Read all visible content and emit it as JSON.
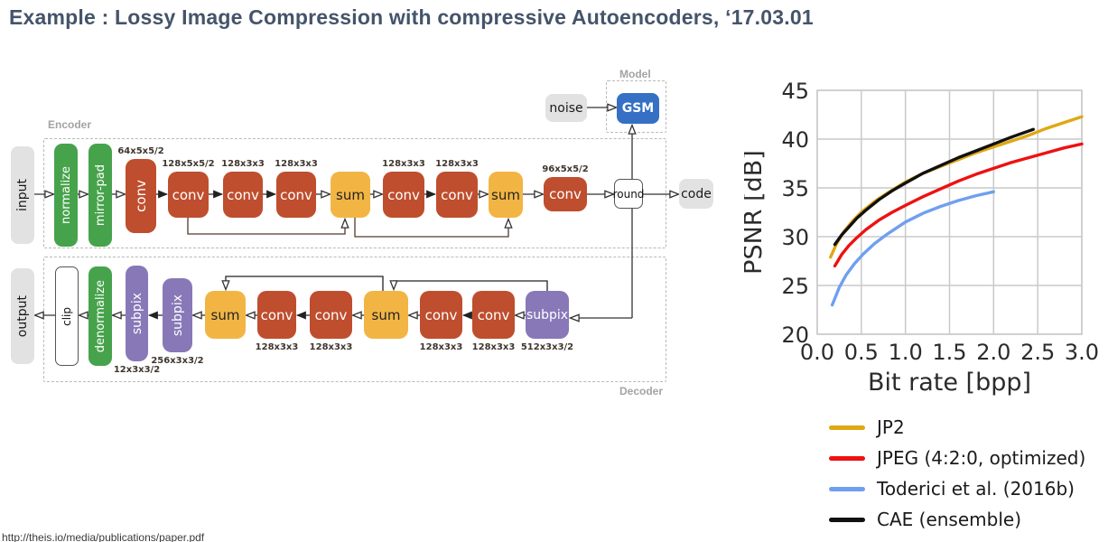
{
  "title": "Example : Lossy Image Compression with compressive Autoencoders, ‘17.03.01",
  "footer_url": "http://theis.io/media/publications/paper.pdf",
  "diagram": {
    "section_labels": {
      "encoder": "Encoder",
      "decoder": "Decoder",
      "model": "Model"
    },
    "colors": {
      "conv": "#bf4e2e",
      "preprocess": "#47a34b",
      "sum": "#f2b544",
      "subpix": "#8878b8",
      "model": "#3570c5",
      "io": "#e2e2e2"
    },
    "nodes": [
      {
        "id": "input",
        "label": "input",
        "type": "io",
        "dir": "v"
      },
      {
        "id": "normalize",
        "label": "normalize",
        "type": "pre",
        "dir": "v"
      },
      {
        "id": "mirrorpad",
        "label": "mirror-pad",
        "type": "pre",
        "dir": "v"
      },
      {
        "id": "conv1",
        "label": "conv",
        "spec": "64x5x5/2",
        "specPos": "above",
        "type": "conv",
        "dir": "v"
      },
      {
        "id": "conv2",
        "label": "conv",
        "spec": "128x5x5/2",
        "specPos": "above",
        "type": "conv"
      },
      {
        "id": "conv3",
        "label": "conv",
        "spec": "128x3x3",
        "specPos": "above",
        "type": "conv"
      },
      {
        "id": "conv4",
        "label": "conv",
        "spec": "128x3x3",
        "specPos": "above",
        "type": "conv"
      },
      {
        "id": "sum1",
        "label": "sum",
        "type": "sum"
      },
      {
        "id": "conv5",
        "label": "conv",
        "spec": "128x3x3",
        "specPos": "above",
        "type": "conv"
      },
      {
        "id": "conv6",
        "label": "conv",
        "spec": "128x3x3",
        "specPos": "above",
        "type": "conv"
      },
      {
        "id": "sum2",
        "label": "sum",
        "type": "sum"
      },
      {
        "id": "conv7",
        "label": "conv",
        "spec": "96x5x5/2",
        "specPos": "above",
        "type": "conv"
      },
      {
        "id": "round",
        "label": "round",
        "type": "op"
      },
      {
        "id": "code",
        "label": "code",
        "type": "io"
      },
      {
        "id": "noise",
        "label": "noise",
        "type": "io"
      },
      {
        "id": "gsm",
        "label": "GSM",
        "type": "model"
      },
      {
        "id": "output",
        "label": "output",
        "type": "io",
        "dir": "v"
      },
      {
        "id": "clip",
        "label": "clip",
        "type": "op",
        "dir": "v"
      },
      {
        "id": "denormalize",
        "label": "denormalize",
        "type": "pre",
        "dir": "v"
      },
      {
        "id": "subpix1",
        "label": "subpix",
        "spec": "12x3x3/2",
        "specPos": "below",
        "type": "subpix",
        "dir": "v"
      },
      {
        "id": "subpix2",
        "label": "subpix",
        "spec": "256x3x3/2",
        "specPos": "below",
        "type": "subpix",
        "dir": "v"
      },
      {
        "id": "sum3",
        "label": "sum",
        "type": "sum"
      },
      {
        "id": "conv8",
        "label": "conv",
        "spec": "128x3x3",
        "specPos": "below",
        "type": "conv"
      },
      {
        "id": "conv9",
        "label": "conv",
        "spec": "128x3x3",
        "specPos": "below",
        "type": "conv"
      },
      {
        "id": "sum4",
        "label": "sum",
        "type": "sum"
      },
      {
        "id": "conv10",
        "label": "conv",
        "spec": "128x3x3",
        "specPos": "below",
        "type": "conv"
      },
      {
        "id": "conv11",
        "label": "conv",
        "spec": "128x3x3",
        "specPos": "below",
        "type": "conv"
      },
      {
        "id": "subpix3",
        "label": "subpix",
        "spec": "512x3x3/2",
        "specPos": "below",
        "type": "subpix"
      }
    ]
  },
  "chart_data": {
    "type": "line",
    "title": "",
    "xlabel": "Bit rate [bpp]",
    "ylabel": "PSNR [dB]",
    "xlim": [
      0.0,
      3.0
    ],
    "ylim": [
      20,
      45
    ],
    "xtick_labels": [
      "0.0",
      "0.5",
      "1.0",
      "1.5",
      "2.0",
      "2.5",
      "3.0"
    ],
    "xtick_values": [
      0.0,
      0.5,
      1.0,
      1.5,
      2.0,
      2.5,
      3.0
    ],
    "ytick_labels": [
      "20",
      "25",
      "30",
      "35",
      "40",
      "45"
    ],
    "ytick_values": [
      20,
      25,
      30,
      35,
      40,
      45
    ],
    "grid": true,
    "legend_position": "below",
    "series": [
      {
        "name": "JP2",
        "color": "#dfa814",
        "x": [
          0.15,
          0.22,
          0.3,
          0.4,
          0.5,
          0.65,
          0.8,
          1.0,
          1.2,
          1.4,
          1.6,
          1.8,
          2.0,
          2.2,
          2.4,
          2.6,
          2.8,
          3.0
        ],
        "y": [
          27.9,
          29.3,
          30.5,
          31.6,
          32.5,
          33.6,
          34.5,
          35.6,
          36.5,
          37.2,
          37.9,
          38.6,
          39.2,
          39.8,
          40.4,
          41.1,
          41.7,
          42.3
        ]
      },
      {
        "name": "JPEG (4:2:0, optimized)",
        "color": "#ee1111",
        "x": [
          0.2,
          0.28,
          0.36,
          0.45,
          0.55,
          0.7,
          0.85,
          1.0,
          1.2,
          1.4,
          1.6,
          1.8,
          2.0,
          2.2,
          2.4,
          2.6,
          2.8,
          3.0
        ],
        "y": [
          27.0,
          28.2,
          29.1,
          29.9,
          30.7,
          31.7,
          32.5,
          33.2,
          34.1,
          34.9,
          35.7,
          36.4,
          37.0,
          37.6,
          38.1,
          38.6,
          39.1,
          39.5
        ]
      },
      {
        "name": "Toderici et al. (2016b)",
        "color": "#6f9ff0",
        "x": [
          0.17,
          0.25,
          0.33,
          0.42,
          0.52,
          0.65,
          0.8,
          1.0,
          1.2,
          1.4,
          1.6,
          1.8,
          2.0
        ],
        "y": [
          23.0,
          24.8,
          26.1,
          27.2,
          28.2,
          29.3,
          30.3,
          31.5,
          32.4,
          33.1,
          33.7,
          34.2,
          34.6
        ]
      },
      {
        "name": "CAE (ensemble)",
        "color": "#111111",
        "x": [
          0.2,
          0.28,
          0.36,
          0.45,
          0.55,
          0.7,
          0.85,
          1.0,
          1.2,
          1.4,
          1.6,
          1.8,
          2.0,
          2.2,
          2.45
        ],
        "y": [
          29.2,
          30.2,
          31.0,
          31.9,
          32.7,
          33.8,
          34.7,
          35.5,
          36.5,
          37.3,
          38.1,
          38.8,
          39.5,
          40.2,
          41.0
        ]
      }
    ],
    "legend_order": [
      "JP2",
      "JPEG (4:2:0, optimized)",
      "Toderici et al. (2016b)",
      "CAE (ensemble)"
    ]
  }
}
